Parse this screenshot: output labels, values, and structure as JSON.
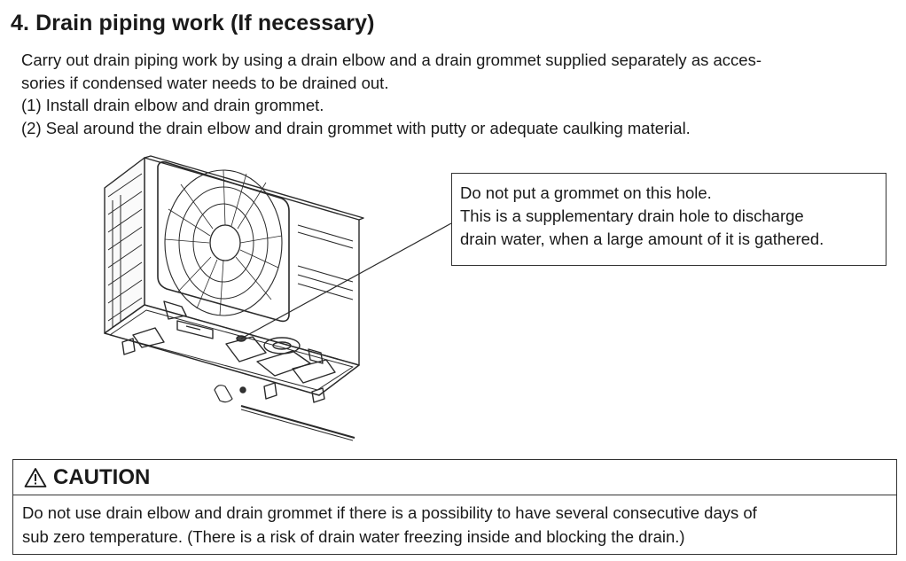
{
  "section": {
    "heading": "4. Drain piping work (If necessary)"
  },
  "intro": {
    "line1": "Carry out drain piping work by using a drain elbow and a drain grommet supplied separately as acces-",
    "line2": "sories if condensed water needs to be drained out.",
    "step1": "(1) Install drain elbow and drain grommet.",
    "step2": "(2) Seal around the drain elbow and drain grommet with putty or adequate caulking material."
  },
  "figure": {
    "icon": "outdoor-unit-illustration",
    "note": {
      "line1": "Do not put a grommet on this hole.",
      "line2": "This is a supplementary drain hole to discharge",
      "line3": "drain water, when a large amount of it is gathered."
    }
  },
  "caution": {
    "icon": "warning-triangle-icon",
    "title": "CAUTION",
    "line1": "Do not use drain elbow and drain grommet if there is a possibility to have several consecutive days of",
    "line2": "sub zero temperature. (There is a risk of drain water freezing inside and blocking the drain.)"
  }
}
